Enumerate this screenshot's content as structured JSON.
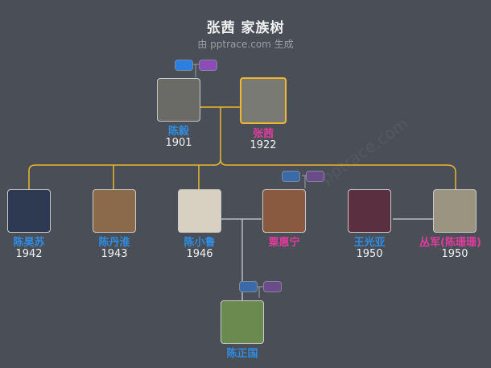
{
  "header": {
    "title": "张茜 家族树",
    "subtitle": "由 pptrace.com 生成",
    "watermark": "pptrace.com"
  },
  "colors": {
    "background": "#4a4f57",
    "male": "#2f8de4",
    "female": "#e03c9c",
    "parent_line": "#e8b830",
    "spouse_line": "#b8bcc4",
    "highlight_border": "#f0b830"
  },
  "generation1": [
    {
      "name": "陈毅",
      "year": "1901",
      "gender": "male",
      "photo_tone": "#6a6a66"
    },
    {
      "name": "张茜",
      "year": "1922",
      "gender": "female",
      "photo_tone": "#7a7a74",
      "highlighted": true
    }
  ],
  "generation2": [
    {
      "name": "陈昊苏",
      "year": "1942",
      "gender": "male",
      "photo_tone": "#2e3a52"
    },
    {
      "name": "陈丹淮",
      "year": "1943",
      "gender": "male",
      "photo_tone": "#8a6a4a"
    },
    {
      "name": "陈小鲁",
      "year": "1946",
      "gender": "male",
      "photo_tone": "#d8d0c0"
    },
    {
      "name": "粟惠宁",
      "year": "",
      "gender": "female",
      "photo_tone": "#8a5a40"
    },
    {
      "name": "王光亚",
      "year": "1950",
      "gender": "male",
      "photo_tone": "#5a3040"
    },
    {
      "name": "丛军(陈珊珊)",
      "year": "1950",
      "gender": "female",
      "photo_tone": "#9a9480"
    }
  ],
  "generation3": [
    {
      "name": "陈正国",
      "year": "",
      "gender": "male",
      "photo_tone": "#6a8a50"
    }
  ]
}
